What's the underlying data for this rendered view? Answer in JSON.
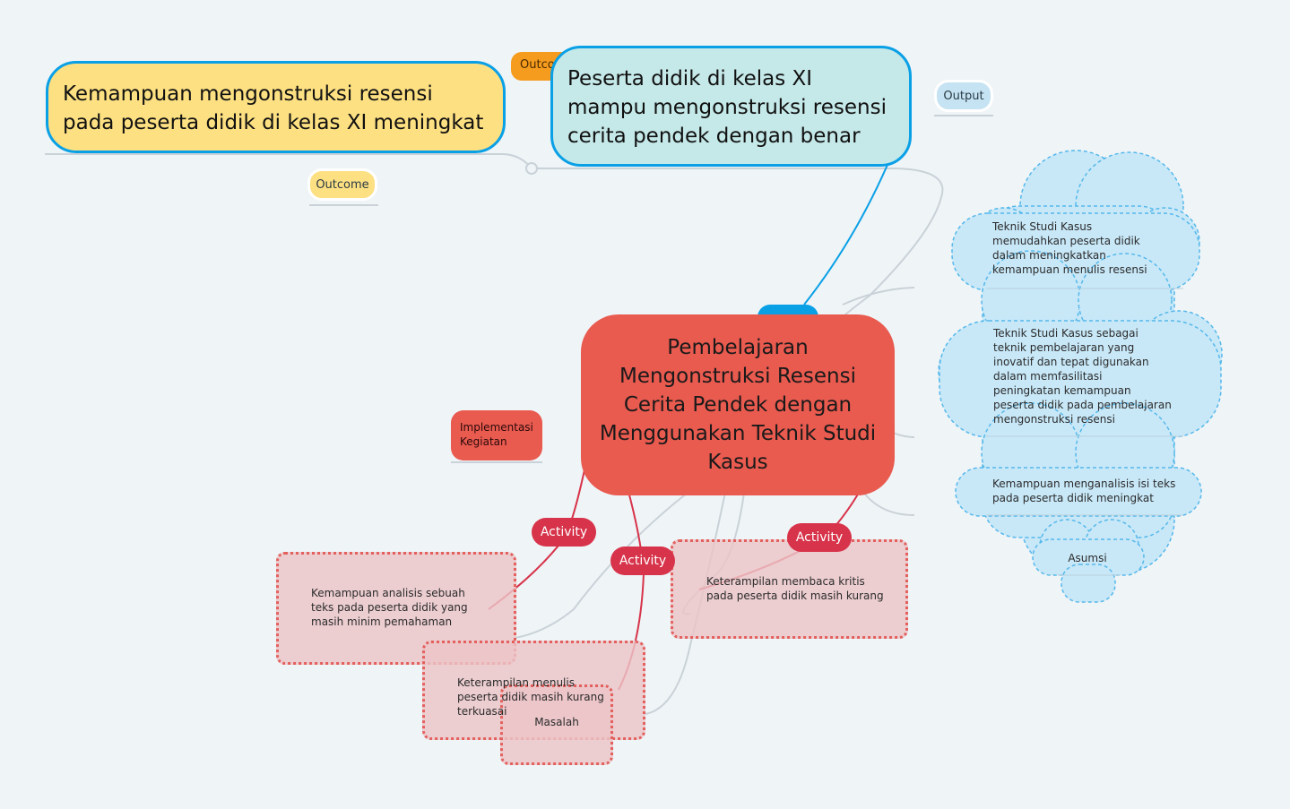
{
  "central": {
    "title": "Pembelajaran Mengonstruksi Resensi Cerita Pendek dengan Menggunakan Teknik Studi Kasus"
  },
  "outcome_node": {
    "text": "Kemampuan mengonstruksi resensi pada peserta didik di kelas XI meningkat",
    "label": "Outcome",
    "tag_partial": "Outco"
  },
  "output_node": {
    "text": "Peserta didik di kelas XI mampu mengonstruksi resensi cerita pendek dengan benar",
    "label": "Output",
    "tag_partial": "Output"
  },
  "implementation": {
    "label": "Implementasi Kegiatan"
  },
  "activities": [
    {
      "label": "Activity",
      "text": "Kemampuan analisis sebuah teks pada peserta didik yang masih minim pemahaman"
    },
    {
      "label": "Activity",
      "text": "Keterampilan menulis peserta didik masih kurang terkuasai"
    },
    {
      "label": "Activity",
      "text": "Keterampilan membaca kritis pada peserta didik masih kurang"
    }
  ],
  "masalah": {
    "label": "Masalah"
  },
  "assumptions": {
    "label": "Asumsi",
    "items": [
      "Teknik Studi Kasus memudahkan peserta didik dalam meningkatkan kemampuan menulis resensi",
      "Teknik Studi Kasus sebagai teknik pembelajaran yang inovatif dan tepat digunakan dalam memfasilitasi peningkatan kemampuan peserta didik pada pembelajaran mengonstruksi resensi",
      "Kemampuan menganalisis isi teks pada peserta didik meningkat"
    ]
  },
  "colors": {
    "background": "#eff4f7",
    "central": "#e95a4f",
    "outcome_fill": "#fde082",
    "output_fill": "#c5e8e8",
    "border_blue": "#0aa0e6",
    "activity": "#d7334a",
    "cloud": "#c8e8f8",
    "cloud_border": "#56b8ea",
    "outcome_tag_orange": "#f59b1e"
  }
}
